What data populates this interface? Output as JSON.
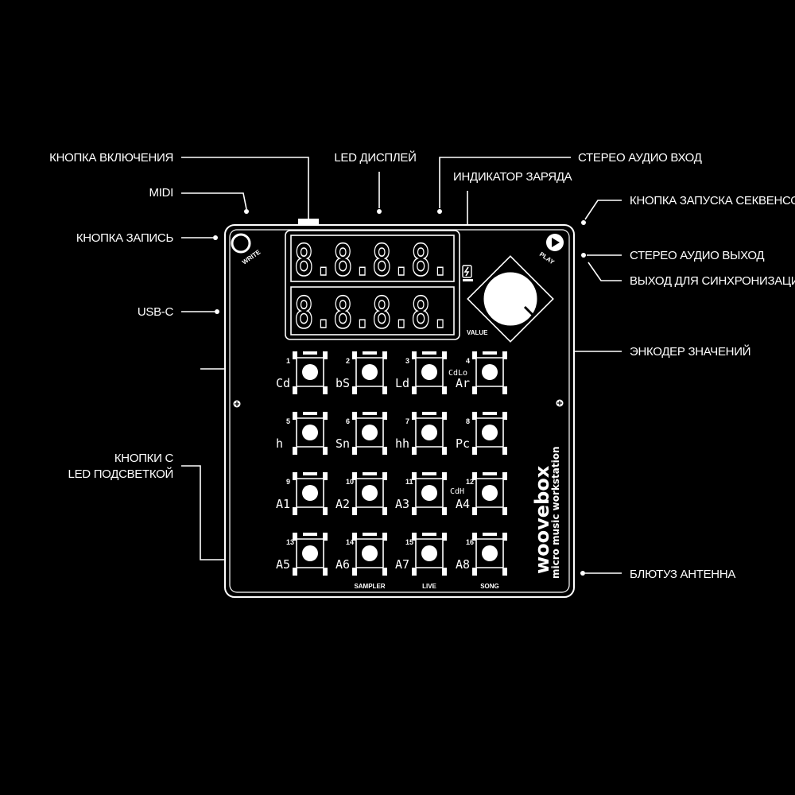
{
  "callouts": {
    "power_button": "КНОПКА ВКЛЮЧЕНИЯ",
    "midi": "MIDI",
    "record_button": "КНОПКА ЗАПИСЬ",
    "usb_c": "USB-C",
    "led_display": "LED ДИСПЛЕЙ",
    "stereo_in": "СТЕРЕО АУДИО ВХОД",
    "charge_indicator": "ИНДИКАТОР ЗАРЯДА",
    "sequencer_button": "КНОПКА ЗАПУСКА СЕКВЕНСОРА",
    "stereo_out": "СТЕРЕО АУДИО ВЫХОД",
    "sync_out": "ВЫХОД ДЛЯ СИНХРОНИЗАЦИИ",
    "encoder": "ЭНКОДЕР ЗНАЧЕНИЙ",
    "led_buttons_line1": "КНОПКИ С",
    "led_buttons_line2": "LED ПОДСВЕТКОЙ",
    "bluetooth": "БЛЮТУЗ АНТЕННА"
  },
  "device": {
    "write_label": "WRITE",
    "play_label": "PLAY",
    "value_label": "VALUE",
    "brand": "woovebox",
    "tagline": "micro music workstation",
    "display_row1": "8.8.8.8.",
    "display_row2": "8.8.8.8.",
    "mode_labels": [
      "SAMPLER",
      "LIVE",
      "SONG"
    ],
    "extra_labels": {
      "cdlo": "CdLo",
      "cdhi": "CdH"
    },
    "pads": [
      {
        "num": "1",
        "label": "Cd"
      },
      {
        "num": "2",
        "label": "bS"
      },
      {
        "num": "3",
        "label": "Ld"
      },
      {
        "num": "4",
        "label": "Ar"
      },
      {
        "num": "5",
        "label": "h"
      },
      {
        "num": "6",
        "label": "Sn"
      },
      {
        "num": "7",
        "label": "hh"
      },
      {
        "num": "8",
        "label": "Pc"
      },
      {
        "num": "9",
        "label": "A1"
      },
      {
        "num": "10",
        "label": "A2"
      },
      {
        "num": "11",
        "label": "A3"
      },
      {
        "num": "12",
        "label": "A4"
      },
      {
        "num": "13",
        "label": "A5"
      },
      {
        "num": "14",
        "label": "A6"
      },
      {
        "num": "15",
        "label": "A7"
      },
      {
        "num": "16",
        "label": "A8"
      }
    ]
  }
}
